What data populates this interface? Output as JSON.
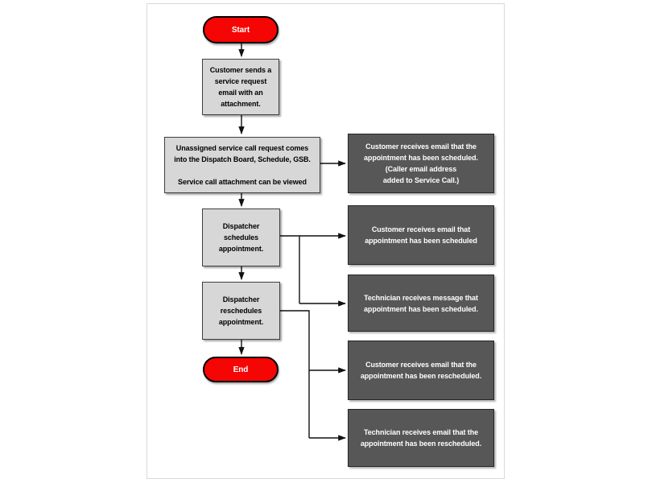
{
  "page": {
    "background": "#ffffff",
    "border_color": "#d9d9d9"
  },
  "colors": {
    "terminator_fill": "#f60505",
    "terminator_border": "#000000",
    "process_fill": "#d7d7d7",
    "process_border": "#3f3f3f",
    "output_fill": "#575757",
    "output_border": "#262626",
    "process_text": "#000000",
    "output_text": "#ffffff",
    "connector": "#111111"
  },
  "nodes": {
    "start": {
      "label": "Start"
    },
    "step_email": {
      "text": "Customer sends a\nservice request\nemail with an\nattachment."
    },
    "step_unassigned": {
      "text": "Unassigned service call request comes\ninto the Dispatch Board, Schedule, GSB.\n\nService call attachment can be viewed"
    },
    "step_schedule": {
      "text": "Dispatcher\nschedules\nappointment."
    },
    "step_reschedule": {
      "text": "Dispatcher\nreschedules\nappointment."
    },
    "end": {
      "label": "End"
    },
    "out_scheduled_caller": {
      "text": "Customer receives email that the\nappointment has been scheduled.\n(Caller email address\nadded to Service Call.)"
    },
    "out_customer_scheduled": {
      "text": "Customer receives email that\nappointment has been scheduled"
    },
    "out_tech_scheduled": {
      "text": "Technician receives message that\nappointment has been scheduled."
    },
    "out_customer_rescheduled": {
      "text": "Customer receives email that the\nappointment has been rescheduled."
    },
    "out_tech_rescheduled": {
      "text": "Technician receives email that the\nappointment has been rescheduled."
    }
  }
}
